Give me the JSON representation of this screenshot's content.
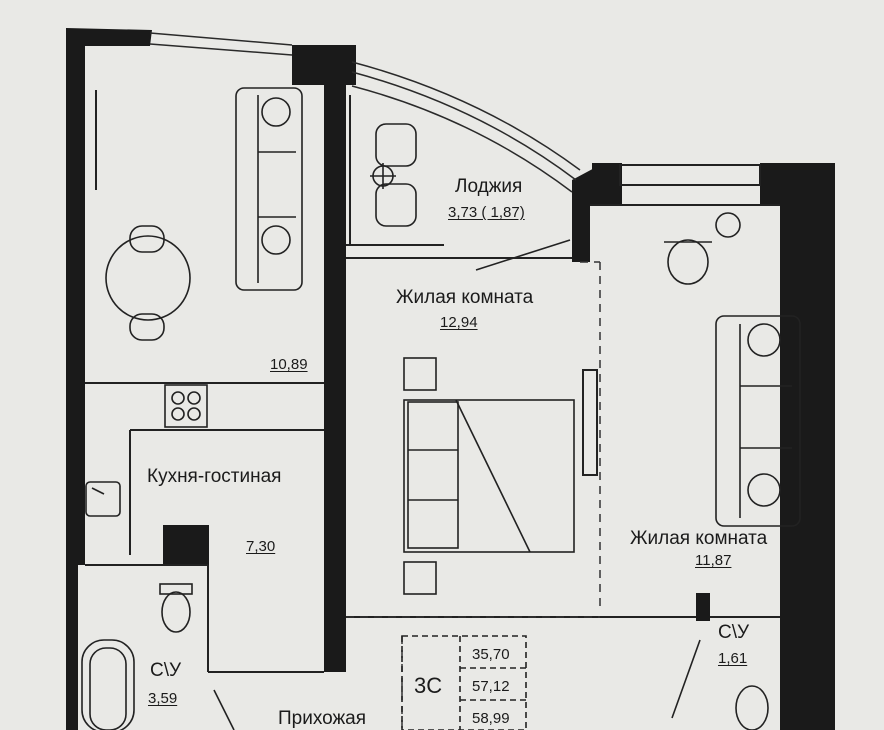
{
  "rooms": {
    "loggia": {
      "name": "Лоджия",
      "area": "3,73 ( 1,87)"
    },
    "living1": {
      "name": "Жилая комната",
      "area": "12,94"
    },
    "living2": {
      "name": "Жилая комната",
      "area": "11,87"
    },
    "kitchen": {
      "name": "Кухня-гостиная",
      "area": "10,89",
      "area2": "7,30"
    },
    "bath1": {
      "name": "С\\У",
      "area": "3,59"
    },
    "bath2": {
      "name": "С\\У",
      "area": "1,61"
    },
    "hall": {
      "name": "Прихожая"
    }
  },
  "summary": {
    "code": "3С",
    "values": [
      "35,70",
      "57,12",
      "58,99"
    ]
  },
  "colors": {
    "wall": "#1a1a1a",
    "paper": "#e9e9e6",
    "line": "#2a2a2a"
  }
}
